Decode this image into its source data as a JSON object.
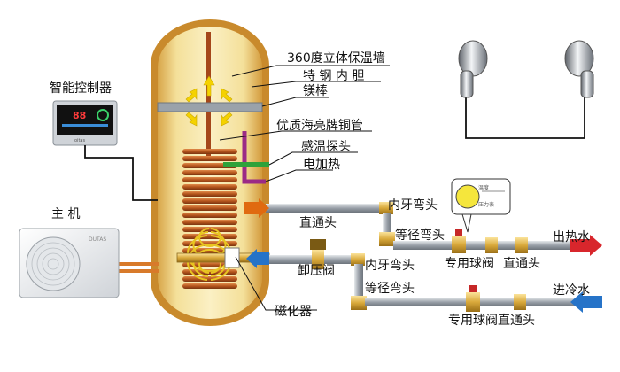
{
  "labels": {
    "insulation_wall": "360度立体保温墙",
    "steel_liner": "特 钢 内 胆",
    "magnesium_rod": "镁棒",
    "copper_coil": "优质海亮牌铜管",
    "temp_probe": "感温探头",
    "electric_heater": "电加热",
    "smart_controller": "智能控制器",
    "main_unit": "主   机",
    "straight_joint_1": "直通头",
    "inner_thread_elbow_1": "内牙弯头",
    "reducing_elbow_1": "等径弯头",
    "hot_water_out": "出热水",
    "special_ball_valve_1": "专用球阀",
    "straight_joint_2": "直通头",
    "relief_valve": "卸压阀",
    "inner_thread_elbow_2": "内牙弯头",
    "reducing_elbow_2": "等径弯头",
    "cold_water_in": "进冷水",
    "special_ball_valve_2": "专用球阀直通头",
    "magnetizer": "磁化器"
  },
  "controller_display": {
    "reading": "88",
    "brand_text": "oitas"
  },
  "gauge_text": {
    "top": "温度",
    "bottom": "压力表"
  },
  "unit_brand": "DUTAS",
  "colors": {
    "tank_fill": "#f2dc8a",
    "copper": "#b5561c",
    "pipe": "#a7adb4",
    "hot_arrow": "#d8262c",
    "cold_arrow": "#2673c8",
    "probe": "#2ea23a",
    "heater": "#9b2a86"
  }
}
